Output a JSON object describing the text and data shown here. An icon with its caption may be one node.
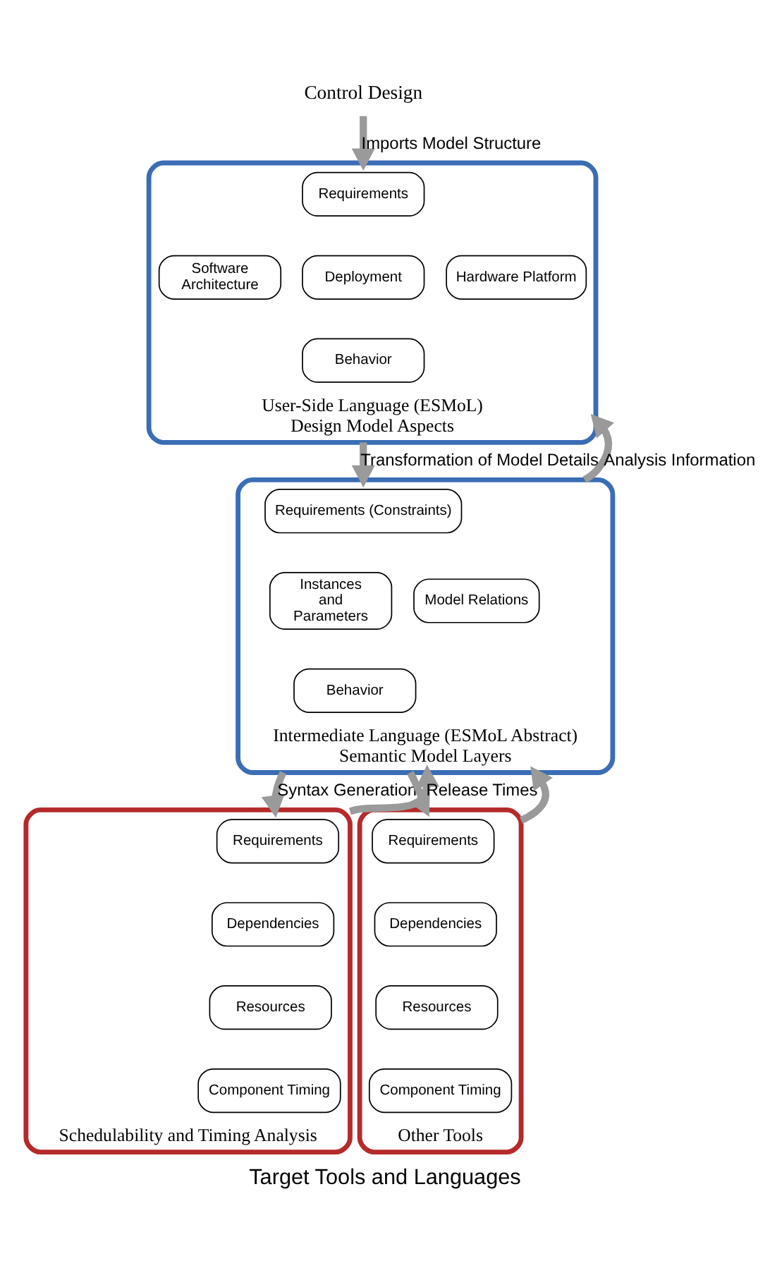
{
  "diagram": {
    "caption": "Target Tools and Languages",
    "nodes": [
      {
        "text": [
          "Control Design"
        ]
      },
      {
        "text": [
          "User-Side Language (ESMoL)",
          "Design Model Aspects"
        ]
      },
      {
        "text": [
          "Requirements"
        ],
        "in": 1
      },
      {
        "text": [
          "Software Architecture"
        ],
        "in": 1
      },
      {
        "text": [
          "Deployment"
        ],
        "in": 1
      },
      {
        "text": [
          "Hardware Platform"
        ],
        "in": 1
      },
      {
        "text": [
          "Behavior"
        ],
        "in": 1
      },
      {
        "text": [
          "Intermediate Language (ESMoL Abstract)",
          "Semantic Model Layers"
        ]
      },
      {
        "text": [
          "Requirements (Constraints)"
        ],
        "in": 7
      },
      {
        "text": [
          "Instances and Parameters"
        ],
        "in": 7
      },
      {
        "text": [
          "Model Relations"
        ],
        "in": 7
      },
      {
        "text": [
          "Behavior"
        ],
        "in": 7
      },
      {
        "text": [
          "Schedulability and Timing Analysis"
        ]
      },
      {
        "text": [
          "Requirements"
        ],
        "in": 12
      },
      {
        "text": [
          "Dependencies"
        ],
        "in": 12
      },
      {
        "text": [
          "Resources"
        ],
        "in": 12
      },
      {
        "text": [
          "Component Timing"
        ],
        "in": 12
      },
      {
        "text": [
          "Other Tools"
        ]
      },
      {
        "text": [
          "Requirements"
        ],
        "in": 17
      },
      {
        "text": [
          "Dependencies"
        ],
        "in": 17
      },
      {
        "text": [
          "Resources"
        ],
        "in": 17
      },
      {
        "text": [
          "Component Timing"
        ],
        "in": 17
      }
    ],
    "edges": [
      {
        "from": 0,
        "to": 1,
        "arrow": "to",
        "label": "Imports Model Structure"
      },
      {
        "from": 1,
        "to": 7,
        "arrow": "to",
        "label": "Transformation of Model Details"
      },
      {
        "from": 7,
        "to": 1,
        "arrow": "to",
        "label": "Analysis Information"
      },
      {
        "from": 7,
        "to": 12,
        "arrow": "to",
        "label": "Syntax Generation"
      },
      {
        "from": 12,
        "to": 7,
        "arrow": "to",
        "label": "Release Times"
      },
      {
        "from": 7,
        "to": 17,
        "arrow": "to"
      },
      {
        "from": 17,
        "to": 7,
        "arrow": "to"
      }
    ]
  }
}
